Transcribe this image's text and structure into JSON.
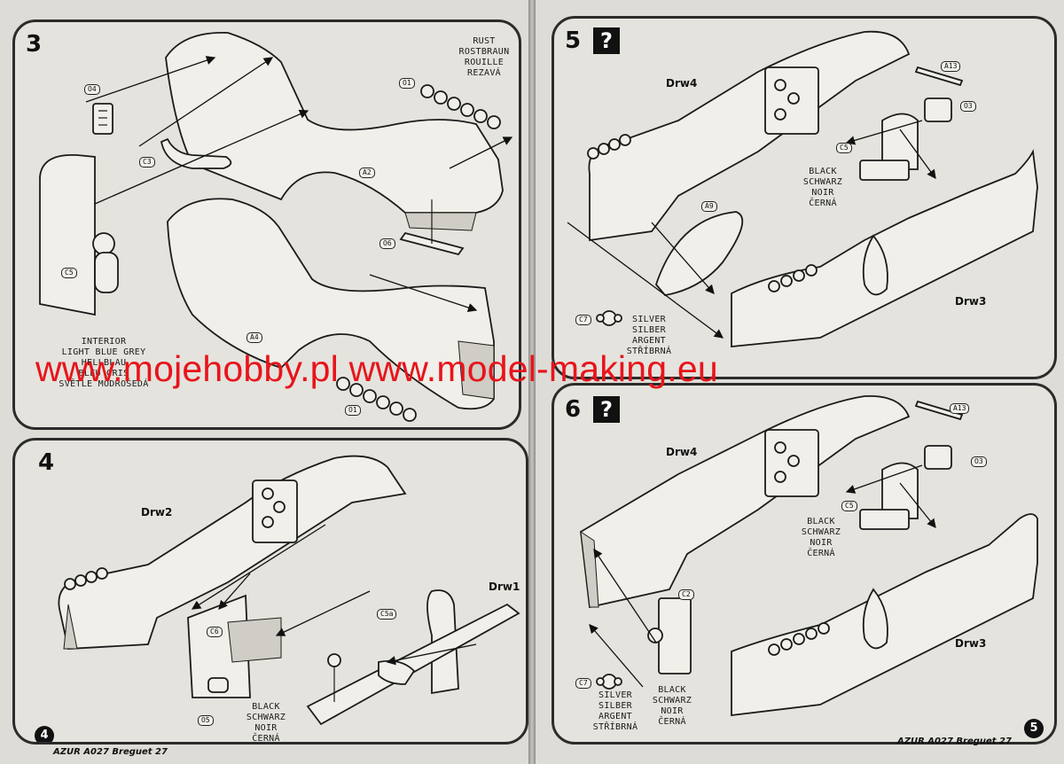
{
  "watermark": "www.mojehobby.pl www.model-making.eu",
  "steps": {
    "s3": {
      "number": "3",
      "parts": [
        "O4",
        "O1",
        "C3",
        "A2",
        "O6",
        "C5",
        "A4",
        "O1"
      ],
      "rust_label": [
        "RUST",
        "ROSTBRAUN",
        "ROUILLE",
        "REZAVÁ"
      ],
      "interior_label": [
        "INTERIOR",
        "LIGHT BLUE GREY",
        "HELLBLAU",
        "BLEU GRIS",
        "SVĚTLE MODROŠEDÁ"
      ]
    },
    "s4": {
      "number": "4",
      "drw_left": "Drw2",
      "drw_right": "Drw1",
      "parts": [
        "C6",
        "C5a",
        "O5"
      ],
      "black_label": [
        "BLACK",
        "SCHWARZ",
        "NOIR",
        "ČERNÁ"
      ]
    },
    "s5": {
      "number": "5",
      "question": "?",
      "drw_top": "Drw4",
      "drw_bottom": "Drw3",
      "parts": [
        "A13",
        "O3",
        "C5",
        "A9",
        "C7"
      ],
      "black_label": [
        "BLACK",
        "SCHWARZ",
        "NOIR",
        "ČERNÁ"
      ],
      "silver_label": [
        "SILVER",
        "SILBER",
        "ARGENT",
        "STŘÍBRNÁ"
      ]
    },
    "s6": {
      "number": "6",
      "question": "?",
      "drw_top": "Drw4",
      "drw_bottom": "Drw3",
      "parts": [
        "A13",
        "O3",
        "C5",
        "C2",
        "C7"
      ],
      "black_label": [
        "BLACK",
        "SCHWARZ",
        "NOIR",
        "ČERNÁ"
      ],
      "black_label2": [
        "BLACK",
        "SCHWARZ",
        "NOIR",
        "ČERNÁ"
      ],
      "silver_label": [
        "SILVER",
        "SILBER",
        "ARGENT",
        "STŘÍBRNÁ"
      ]
    }
  },
  "footer": {
    "left_page_number": "4",
    "right_page_number": "5",
    "left_text": "AZUR A027  Breguet 27",
    "right_text": "AZUR A027  Breguet 27"
  }
}
